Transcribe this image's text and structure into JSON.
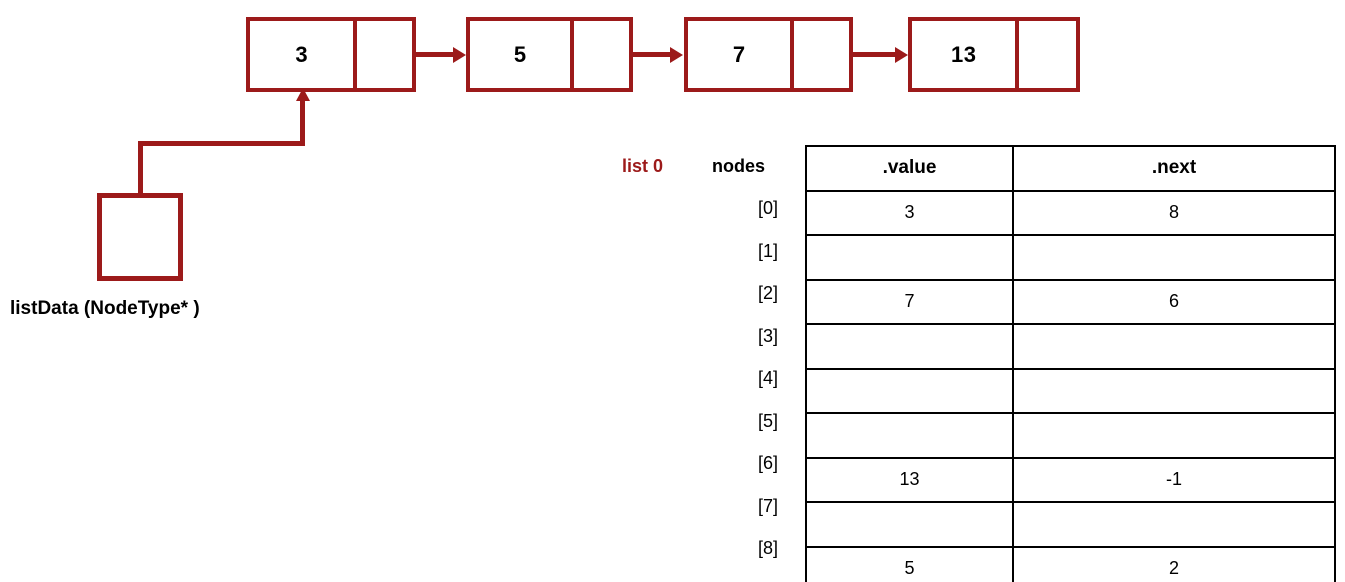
{
  "diagram": {
    "title_label": "listData (NodeType* )",
    "accent_color": "#9C1A1A",
    "pointer_box": {
      "name": "listData",
      "value": ""
    },
    "linked_list": {
      "nodes": [
        {
          "value": "3",
          "next_label": ""
        },
        {
          "value": "5",
          "next_label": ""
        },
        {
          "value": "7",
          "next_label": ""
        },
        {
          "value": "13",
          "next_label": ""
        }
      ],
      "arrow_icon": "arrow-right-icon",
      "pointer_arrow_icon": "arrow-up-icon"
    }
  },
  "table": {
    "list_tag": "list 0",
    "nodes_tag": "nodes",
    "headers": [
      ".value",
      ".next"
    ],
    "index_labels": [
      "[0]",
      "[1]",
      "[2]",
      "[3]",
      "[4]",
      "[5]",
      "[6]",
      "[7]",
      "[8]"
    ],
    "rows": [
      {
        "index": "[0]",
        "value": "3",
        "next": "8"
      },
      {
        "index": "[1]",
        "value": "",
        "next": ""
      },
      {
        "index": "[2]",
        "value": "7",
        "next": "6"
      },
      {
        "index": "[3]",
        "value": "",
        "next": ""
      },
      {
        "index": "[4]",
        "value": "",
        "next": ""
      },
      {
        "index": "[5]",
        "value": "",
        "next": ""
      },
      {
        "index": "[6]",
        "value": "13",
        "next": "-1"
      },
      {
        "index": "[7]",
        "value": "",
        "next": ""
      },
      {
        "index": "[8]",
        "value": "5",
        "next": "2"
      }
    ]
  }
}
